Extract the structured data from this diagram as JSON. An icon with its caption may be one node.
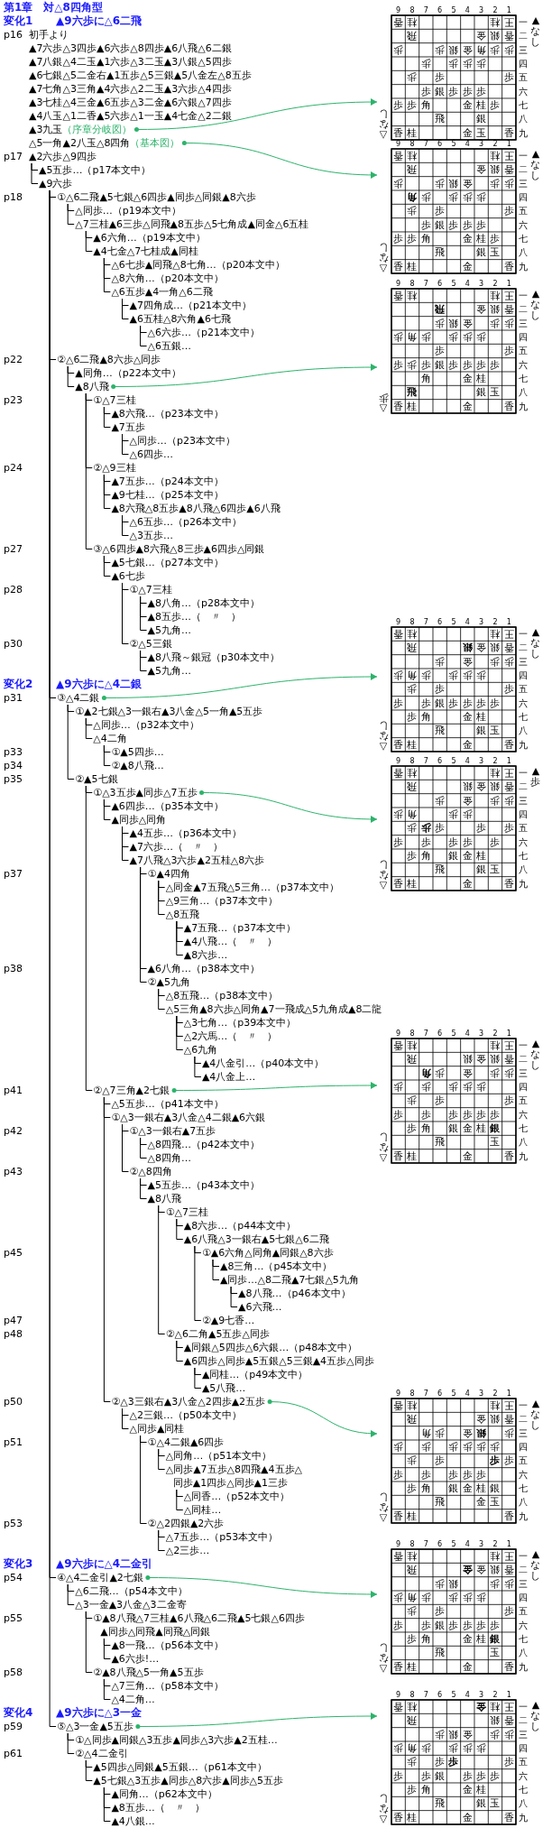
{
  "diagram": {
    "title": "第1章　対△8四角型",
    "nodes": [
      {
        "text": [
          "▲3九玉",
          "（序章分岐図）"
        ]
      },
      {
        "text": [
          "△5一角▲2八玉△8四角",
          "（基本図）"
        ]
      },
      {
        "text": [
          "▲2六歩△9四歩"
        ]
      },
      {
        "text": [
          "▲5五歩…（p17本文中）"
        ]
      },
      {
        "text": [
          "▲9六歩"
        ]
      },
      {
        "text": [
          "①△6二飛▲5七銀△6四歩▲同歩△同銀▲8六歩"
        ]
      },
      {
        "text": [
          "△同歩…（p19本文中）"
        ]
      },
      {
        "text": [
          "△7三桂▲6三歩△同飛▲8五歩△5七角成▲同金△6五桂"
        ]
      },
      {
        "text": [
          "▲6六角…（p19本文中）"
        ]
      },
      {
        "text": [
          "▲4七金△7七桂成▲同桂"
        ]
      },
      {
        "text": [
          "△6七歩▲同飛△8七角…（p20本文中）"
        ]
      },
      {
        "text": [
          "△8六角…（p20本文中）"
        ]
      },
      {
        "text": [
          "△6五歩▲4一角△6二飛"
        ]
      },
      {
        "text": [
          "▲7四角成…（p21本文中）"
        ]
      },
      {
        "text": [
          "▲6五桂△8六角▲6七飛"
        ]
      },
      {
        "text": [
          "△6六歩…（p21本文中）"
        ]
      },
      {
        "text": [
          "△6五銀…"
        ]
      },
      {
        "text": [
          "②△6二飛▲8六歩△同歩"
        ]
      },
      {
        "text": [
          "▲同角…（p22本文中）"
        ]
      },
      {
        "text": [
          "▲8八飛"
        ]
      },
      {
        "text": [
          "①△7三桂"
        ]
      },
      {
        "text": [
          "▲8六飛…（p23本文中）"
        ]
      },
      {
        "text": [
          "▲7五歩"
        ]
      },
      {
        "text": [
          "△同歩…（p23本文中）"
        ]
      },
      {
        "text": [
          "△6四歩…"
        ]
      },
      {
        "text": [
          "②△9三桂"
        ]
      },
      {
        "text": [
          "▲7五歩…（p24本文中）"
        ]
      },
      {
        "text": [
          "▲9七桂…（p25本文中）"
        ]
      },
      {
        "text": [
          "▲8六飛△8五歩▲8八飛△6四歩▲6八飛"
        ]
      },
      {
        "text": [
          "△6五歩…（p26本文中）"
        ]
      },
      {
        "text": [
          "△3五歩…"
        ]
      },
      {
        "text": [
          "③△6四歩▲8六飛△8三歩▲6四歩△同銀"
        ]
      },
      {
        "text": [
          "▲5七銀…（p27本文中）"
        ]
      },
      {
        "text": [
          "▲6七歩"
        ]
      },
      {
        "text": [
          "①△7三桂"
        ]
      },
      {
        "text": [
          "▲8八角…（p28本文中）"
        ]
      },
      {
        "text": [
          "▲8五歩…（　〃　）"
        ]
      },
      {
        "text": [
          "▲5九角…"
        ]
      },
      {
        "text": [
          "②△5三銀"
        ]
      },
      {
        "text": [
          "▲8八飛～銀冠（p30本文中）"
        ]
      },
      {
        "text": [
          "▲5九角…"
        ]
      },
      {
        "text": [
          "③△4二銀"
        ]
      },
      {
        "text": [
          "①▲2七銀△3一銀右▲3八金△5一角▲5五歩"
        ]
      },
      {
        "text": [
          "△同歩…（p32本文中）"
        ]
      },
      {
        "text": [
          "△4二角"
        ]
      },
      {
        "text": [
          "①▲5四歩…"
        ]
      },
      {
        "text": [
          "②▲8八飛…"
        ]
      },
      {
        "text": [
          "②▲5七銀"
        ]
      },
      {
        "text": [
          "①△3五歩▲同歩△7五歩"
        ]
      },
      {
        "text": [
          "▲6四歩…（p35本文中）"
        ]
      },
      {
        "text": [
          "▲同歩△同角"
        ]
      },
      {
        "text": [
          "▲4五歩…（p36本文中）"
        ]
      },
      {
        "text": [
          "▲7六歩…（　〃　）"
        ]
      },
      {
        "text": [
          "▲7八飛△3六歩▲2五桂△8六歩"
        ]
      },
      {
        "text": [
          "①▲4四角"
        ]
      },
      {
        "text": [
          "△同金▲7五飛△5三角…（p37本文中）"
        ]
      },
      {
        "text": [
          "△9三角…（p37本文中）"
        ]
      },
      {
        "text": [
          "△8五飛"
        ]
      },
      {
        "text": [
          "▲7五飛…（p37本文中）"
        ]
      },
      {
        "text": [
          "▲4八飛…（　〃　）"
        ]
      },
      {
        "text": [
          "▲8六歩…"
        ]
      },
      {
        "text": [
          "▲6八角…（p38本文中）"
        ]
      },
      {
        "text": [
          "②▲5九角"
        ]
      },
      {
        "text": [
          "△8五飛…（p38本文中）"
        ]
      },
      {
        "text": [
          "△5三角▲8六歩△同角▲7一飛成△5九角成▲8二龍"
        ]
      },
      {
        "text": [
          "△3七角…（p39本文中）"
        ]
      },
      {
        "text": [
          "△2六馬…（　〃　）"
        ]
      },
      {
        "text": [
          "△6九角"
        ]
      },
      {
        "text": [
          "▲4八金引…（p40本文中）"
        ]
      },
      {
        "text": [
          "▲4八金上…"
        ]
      },
      {
        "text": [
          "②△7三角▲2七銀"
        ]
      },
      {
        "text": [
          "△5五歩…（p41本文中）"
        ]
      },
      {
        "text": [
          "①△3一銀右▲3八金△4二銀▲6六銀"
        ]
      },
      {
        "text": [
          "①△3一銀右▲7五歩"
        ]
      },
      {
        "text": [
          "△8四飛…（p42本文中）"
        ]
      },
      {
        "text": [
          "△8四角…"
        ]
      },
      {
        "text": [
          "②△8四角"
        ]
      },
      {
        "text": [
          "▲5五歩…（p43本文中）"
        ]
      },
      {
        "text": [
          "▲8八飛"
        ]
      },
      {
        "text": [
          "①△7三桂"
        ]
      },
      {
        "text": [
          "▲8六歩…（p44本文中）"
        ]
      },
      {
        "text": [
          "▲6八飛△3一銀右▲5七銀△6二飛"
        ]
      },
      {
        "text": [
          "①▲6六角△同角▲同銀△8六歩"
        ]
      },
      {
        "text": [
          "▲8三角…（p45本文中）"
        ]
      },
      {
        "text": [
          "▲同歩…△8二飛▲7七銀△5九角"
        ]
      },
      {
        "text": [
          "▲8八飛…（p46本文中）"
        ]
      },
      {
        "text": [
          "▲6六飛…"
        ]
      },
      {
        "text": [
          "②▲9七香…"
        ]
      },
      {
        "text": [
          "②△6二角▲5五歩△同歩"
        ]
      },
      {
        "text": [
          "▲同銀△5四歩△6六銀…（p48本文中）"
        ]
      },
      {
        "text": [
          "▲6四歩△同歩▲5五銀△5三銀▲4五歩△同歩"
        ]
      },
      {
        "text": [
          "▲同桂…（p49本文中）"
        ]
      },
      {
        "text": [
          "▲5八飛…"
        ]
      },
      {
        "text": [
          "②△3三銀右▲3八金△2四歩▲2五歩"
        ]
      },
      {
        "text": [
          "△2三銀…（p50本文中）"
        ]
      },
      {
        "text": [
          "△同歩▲同桂"
        ]
      },
      {
        "text": [
          "①△4二銀▲6四歩"
        ]
      },
      {
        "text": [
          "△同角…（p51本文中）"
        ]
      },
      {
        "text": [
          "△同歩▲7五歩△8四飛▲4五歩△同歩▲1四歩△同歩▲1三歩"
        ]
      },
      {
        "text": [
          "△同香…（p52本文中）"
        ]
      },
      {
        "text": [
          "△同桂…"
        ]
      },
      {
        "text": [
          "②△2四銀▲2六歩"
        ]
      },
      {
        "text": [
          "△7五歩…（p53本文中）"
        ]
      },
      {
        "text": [
          "△2三歩…"
        ]
      },
      {
        "text": [
          "④△4二金引▲2七銀"
        ]
      },
      {
        "text": [
          "△6二飛…（p54本文中）"
        ]
      },
      {
        "text": [
          "△3一金▲3八金△3二金寄"
        ]
      },
      {
        "text": [
          "①▲8八飛△7三桂▲6八飛△6二飛▲5七銀△6四歩▲同歩△同飛▲同飛△同銀"
        ]
      },
      {
        "text": [
          "▲8一飛…（p56本文中）"
        ]
      },
      {
        "text": [
          "▲6六歩!…"
        ]
      },
      {
        "text": [
          "②▲8八飛△5一角▲5五歩"
        ]
      },
      {
        "text": [
          "△7三角…（p58本文中）"
        ]
      },
      {
        "text": [
          "△4二角…"
        ]
      },
      {
        "text": [
          "⑤△3一金▲5五歩"
        ]
      },
      {
        "text": [
          "①△同歩▲同銀△3五歩▲同歩△3六歩▲2五桂…"
        ]
      },
      {
        "text": [
          "②△4二金引"
        ]
      },
      {
        "text": [
          "▲5四歩△同銀▲5五銀…（p61本文中）"
        ]
      },
      {
        "text": [
          "▲5七銀△3五歩▲同歩△8六歩▲同歩△5五歩"
        ]
      },
      {
        "text": [
          "▲同角…（p62本文中）"
        ]
      },
      {
        "text": [
          "▲8五歩…（　〃　）"
        ]
      },
      {
        "text": [
          "▲4八銀…"
        ]
      },
      {
        "text": [
          "9",
          "8",
          "7",
          "6",
          "5",
          "4",
          "3",
          "2",
          "1",
          "香",
          "桂",
          "桂",
          "王",
          "一",
          "飛",
          "金",
          "銀",
          "香",
          "二",
          "歩",
          "歩",
          "銀",
          "金",
          "角",
          "歩",
          "歩",
          "三",
          "歩",
          "歩",
          "歩",
          "歩",
          "四",
          "歩",
          "歩",
          "歩",
          "五",
          "歩",
          "銀",
          "歩",
          "歩",
          "歩",
          "六",
          "歩",
          "歩",
          "角",
          "金",
          "桂",
          "歩",
          "七",
          "飛",
          "銀",
          "八",
          "香",
          "桂",
          "金",
          "玉",
          "香",
          "九",
          "▲なし",
          "△なし"
        ]
      },
      {
        "text": [
          "9",
          "8",
          "7",
          "6",
          "5",
          "4",
          "3",
          "2",
          "1",
          "香",
          "桂",
          "桂",
          "王",
          "一",
          "飛",
          "金",
          "銀",
          "香",
          "二",
          "歩",
          "歩",
          "銀",
          "金",
          "歩",
          "歩",
          "三",
          "角",
          "歩",
          "歩",
          "歩",
          "歩",
          "四",
          "歩",
          "歩",
          "歩",
          "五",
          "歩",
          "銀",
          "歩",
          "歩",
          "歩",
          "六",
          "歩",
          "歩",
          "角",
          "金",
          "桂",
          "歩",
          "七",
          "飛",
          "銀",
          "玉",
          "八",
          "香",
          "桂",
          "金",
          "香",
          "九",
          "▲なし",
          "△なし"
        ]
      },
      {
        "text": [
          "9",
          "8",
          "7",
          "6",
          "5",
          "4",
          "3",
          "2",
          "1",
          "香",
          "桂",
          "桂",
          "王",
          "一",
          "飛",
          "金",
          "銀",
          "香",
          "二",
          "歩",
          "銀",
          "金",
          "歩",
          "歩",
          "三",
          "歩",
          "角",
          "歩",
          "歩",
          "歩",
          "歩",
          "四",
          "歩",
          "歩",
          "五",
          "歩",
          "歩",
          "歩",
          "銀",
          "歩",
          "歩",
          "歩",
          "歩",
          "六",
          "角",
          "金",
          "桂",
          "七",
          "飛",
          "銀",
          "玉",
          "八",
          "香",
          "桂",
          "金",
          "香",
          "九",
          "▲なし",
          "△歩"
        ]
      },
      {
        "text": [
          "9",
          "8",
          "7",
          "6",
          "5",
          "4",
          "3",
          "2",
          "1",
          "香",
          "桂",
          "桂",
          "王",
          "一",
          "飛",
          "銀",
          "金",
          "銀",
          "香",
          "二",
          "歩",
          "金",
          "歩",
          "歩",
          "三",
          "歩",
          "角",
          "歩",
          "歩",
          "歩",
          "歩",
          "四",
          "歩",
          "歩",
          "歩",
          "五",
          "歩",
          "歩",
          "銀",
          "歩",
          "歩",
          "歩",
          "歩",
          "六",
          "歩",
          "角",
          "金",
          "桂",
          "七",
          "飛",
          "銀",
          "玉",
          "八",
          "香",
          "桂",
          "金",
          "香",
          "九",
          "▲なし",
          "△なし"
        ]
      },
      {
        "text": [
          "9",
          "8",
          "7",
          "6",
          "5",
          "4",
          "3",
          "2",
          "1",
          "香",
          "桂",
          "桂",
          "王",
          "一",
          "飛",
          "銀",
          "金",
          "銀",
          "香",
          "二",
          "歩",
          "金",
          "歩",
          "歩",
          "三",
          "歩",
          "角",
          "歩",
          "歩",
          "四",
          "歩",
          "歩",
          "歩",
          "歩",
          "歩",
          "五",
          "歩",
          "歩",
          "歩",
          "歩",
          "歩",
          "六",
          "歩",
          "角",
          "銀",
          "金",
          "桂",
          "七",
          "飛",
          "銀",
          "玉",
          "八",
          "香",
          "桂",
          "金",
          "香",
          "九",
          "▲歩",
          "△なし"
        ]
      },
      {
        "text": [
          "9",
          "8",
          "7",
          "6",
          "5",
          "4",
          "3",
          "2",
          "1",
          "香",
          "桂",
          "桂",
          "王",
          "一",
          "飛",
          "銀",
          "金",
          "銀",
          "香",
          "二",
          "角",
          "歩",
          "金",
          "歩",
          "歩",
          "三",
          "歩",
          "歩",
          "歩",
          "歩",
          "歩",
          "四",
          "歩",
          "歩",
          "歩",
          "五",
          "歩",
          "歩",
          "歩",
          "歩",
          "歩",
          "歩",
          "六",
          "歩",
          "角",
          "銀",
          "金",
          "桂",
          "銀",
          "七",
          "飛",
          "玉",
          "八",
          "香",
          "桂",
          "金",
          "香",
          "九",
          "▲なし",
          "△なし"
        ]
      },
      {
        "text": [
          "9",
          "8",
          "7",
          "6",
          "5",
          "4",
          "3",
          "2",
          "1",
          "香",
          "桂",
          "桂",
          "王",
          "一",
          "飛",
          "金",
          "銀",
          "香",
          "二",
          "角",
          "歩",
          "金",
          "銀",
          "歩",
          "三",
          "歩",
          "歩",
          "歩",
          "歩",
          "歩",
          "歩",
          "四",
          "歩",
          "歩",
          "歩",
          "歩",
          "五",
          "歩",
          "歩",
          "歩",
          "歩",
          "歩",
          "六",
          "歩",
          "角",
          "銀",
          "金",
          "桂",
          "銀",
          "七",
          "飛",
          "金",
          "玉",
          "八",
          "香",
          "桂",
          "香",
          "九",
          "▲なし",
          "△なし"
        ]
      },
      {
        "text": [
          "9",
          "8",
          "7",
          "6",
          "5",
          "4",
          "3",
          "2",
          "1",
          "香",
          "桂",
          "桂",
          "王",
          "一",
          "飛",
          "金",
          "金",
          "銀",
          "香",
          "二",
          "歩",
          "銀",
          "歩",
          "歩",
          "三",
          "歩",
          "角",
          "歩",
          "歩",
          "歩",
          "歩",
          "四",
          "歩",
          "歩",
          "歩",
          "五",
          "歩",
          "歩",
          "銀",
          "歩",
          "歩",
          "歩",
          "歩",
          "六",
          "歩",
          "角",
          "金",
          "桂",
          "銀",
          "七",
          "飛",
          "玉",
          "八",
          "香",
          "桂",
          "金",
          "香",
          "九",
          "▲なし",
          "△なし"
        ]
      },
      {
        "text": [
          "9",
          "8",
          "7",
          "6",
          "5",
          "4",
          "3",
          "2",
          "1",
          "香",
          "桂",
          "金",
          "桂",
          "王",
          "一",
          "飛",
          "銀",
          "香",
          "二",
          "歩",
          "銀",
          "金",
          "歩",
          "歩",
          "三",
          "歩",
          "角",
          "歩",
          "歩",
          "歩",
          "歩",
          "四",
          "歩",
          "歩",
          "歩",
          "歩",
          "五",
          "歩",
          "歩",
          "銀",
          "歩",
          "歩",
          "歩",
          "六",
          "歩",
          "角",
          "金",
          "桂",
          "七",
          "飛",
          "銀",
          "玉",
          "八",
          "香",
          "桂",
          "金",
          "香",
          "九",
          "▲なし",
          "△なし"
        ]
      }
    ],
    "edges": [
      {
        "from": 0,
        "to": 121,
        "arrow": "to",
        "color": "#2db36b"
      },
      {
        "from": 1,
        "to": 122,
        "arrow": "to",
        "color": "#2db36b"
      },
      {
        "from": 2,
        "to": 3,
        "arrow": "none"
      },
      {
        "from": 2,
        "to": 4,
        "arrow": "none"
      },
      {
        "from": 4,
        "to": 5,
        "arrow": "none"
      },
      {
        "from": 5,
        "to": 6,
        "arrow": "none"
      },
      {
        "from": 5,
        "to": 7,
        "arrow": "none"
      },
      {
        "from": 7,
        "to": 8,
        "arrow": "none"
      },
      {
        "from": 7,
        "to": 9,
        "arrow": "none"
      },
      {
        "from": 9,
        "to": 10,
        "arrow": "none"
      },
      {
        "from": 9,
        "to": 11,
        "arrow": "none"
      },
      {
        "from": 9,
        "to": 12,
        "arrow": "none"
      },
      {
        "from": 12,
        "to": 13,
        "arrow": "none"
      },
      {
        "from": 12,
        "to": 14,
        "arrow": "none"
      },
      {
        "from": 14,
        "to": 15,
        "arrow": "none"
      },
      {
        "from": 14,
        "to": 16,
        "arrow": "none"
      },
      {
        "from": 4,
        "to": 17,
        "arrow": "none"
      },
      {
        "from": 17,
        "to": 18,
        "arrow": "none"
      },
      {
        "from": 17,
        "to": 19,
        "arrow": "none"
      },
      {
        "from": 19,
        "to": 123,
        "arrow": "to",
        "color": "#2db36b"
      },
      {
        "from": 19,
        "to": 20,
        "arrow": "none"
      },
      {
        "from": 20,
        "to": 21,
        "arrow": "none"
      },
      {
        "from": 20,
        "to": 22,
        "arrow": "none"
      },
      {
        "from": 22,
        "to": 23,
        "arrow": "none"
      },
      {
        "from": 22,
        "to": 24,
        "arrow": "none"
      },
      {
        "from": 19,
        "to": 25,
        "arrow": "none"
      },
      {
        "from": 25,
        "to": 26,
        "arrow": "none"
      },
      {
        "from": 25,
        "to": 27,
        "arrow": "none"
      },
      {
        "from": 25,
        "to": 28,
        "arrow": "none"
      },
      {
        "from": 28,
        "to": 29,
        "arrow": "none"
      },
      {
        "from": 28,
        "to": 30,
        "arrow": "none"
      },
      {
        "from": 19,
        "to": 31,
        "arrow": "none"
      },
      {
        "from": 31,
        "to": 32,
        "arrow": "none"
      },
      {
        "from": 31,
        "to": 33,
        "arrow": "none"
      },
      {
        "from": 33,
        "to": 34,
        "arrow": "none"
      },
      {
        "from": 34,
        "to": 35,
        "arrow": "none"
      },
      {
        "from": 34,
        "to": 36,
        "arrow": "none"
      },
      {
        "from": 34,
        "to": 37,
        "arrow": "none"
      },
      {
        "from": 33,
        "to": 38,
        "arrow": "none"
      },
      {
        "from": 38,
        "to": 39,
        "arrow": "none"
      },
      {
        "from": 38,
        "to": 40,
        "arrow": "none"
      },
      {
        "from": 4,
        "to": 41,
        "arrow": "none"
      },
      {
        "from": 41,
        "to": 124,
        "arrow": "to",
        "color": "#2db36b"
      },
      {
        "from": 41,
        "to": 42,
        "arrow": "none"
      },
      {
        "from": 42,
        "to": 43,
        "arrow": "none"
      },
      {
        "from": 42,
        "to": 44,
        "arrow": "none"
      },
      {
        "from": 44,
        "to": 45,
        "arrow": "none"
      },
      {
        "from": 44,
        "to": 46,
        "arrow": "none"
      },
      {
        "from": 41,
        "to": 47,
        "arrow": "none"
      },
      {
        "from": 47,
        "to": 48,
        "arrow": "none"
      },
      {
        "from": 48,
        "to": 125,
        "arrow": "to",
        "color": "#2db36b"
      },
      {
        "from": 48,
        "to": 49,
        "arrow": "none"
      },
      {
        "from": 48,
        "to": 50,
        "arrow": "none"
      },
      {
        "from": 50,
        "to": 51,
        "arrow": "none"
      },
      {
        "from": 50,
        "to": 52,
        "arrow": "none"
      },
      {
        "from": 50,
        "to": 53,
        "arrow": "none"
      },
      {
        "from": 53,
        "to": 54,
        "arrow": "none"
      },
      {
        "from": 54,
        "to": 55,
        "arrow": "none"
      },
      {
        "from": 54,
        "to": 56,
        "arrow": "none"
      },
      {
        "from": 54,
        "to": 57,
        "arrow": "none"
      },
      {
        "from": 57,
        "to": 58,
        "arrow": "none"
      },
      {
        "from": 57,
        "to": 59,
        "arrow": "none"
      },
      {
        "from": 57,
        "to": 60,
        "arrow": "none"
      },
      {
        "from": 53,
        "to": 61,
        "arrow": "none"
      },
      {
        "from": 53,
        "to": 62,
        "arrow": "none"
      },
      {
        "from": 62,
        "to": 63,
        "arrow": "none"
      },
      {
        "from": 62,
        "to": 64,
        "arrow": "none"
      },
      {
        "from": 64,
        "to": 65,
        "arrow": "none"
      },
      {
        "from": 64,
        "to": 66,
        "arrow": "none"
      },
      {
        "from": 64,
        "to": 67,
        "arrow": "none"
      },
      {
        "from": 67,
        "to": 68,
        "arrow": "none"
      },
      {
        "from": 67,
        "to": 69,
        "arrow": "none"
      },
      {
        "from": 47,
        "to": 70,
        "arrow": "none"
      },
      {
        "from": 70,
        "to": 126,
        "arrow": "to",
        "color": "#2db36b"
      },
      {
        "from": 70,
        "to": 71,
        "arrow": "none"
      },
      {
        "from": 70,
        "to": 72,
        "arrow": "none"
      },
      {
        "from": 72,
        "to": 73,
        "arrow": "none"
      },
      {
        "from": 73,
        "to": 74,
        "arrow": "none"
      },
      {
        "from": 73,
        "to": 75,
        "arrow": "none"
      },
      {
        "from": 72,
        "to": 76,
        "arrow": "none"
      },
      {
        "from": 76,
        "to": 77,
        "arrow": "none"
      },
      {
        "from": 76,
        "to": 78,
        "arrow": "none"
      },
      {
        "from": 78,
        "to": 79,
        "arrow": "none"
      },
      {
        "from": 79,
        "to": 80,
        "arrow": "none"
      },
      {
        "from": 79,
        "to": 81,
        "arrow": "none"
      },
      {
        "from": 81,
        "to": 82,
        "arrow": "none"
      },
      {
        "from": 82,
        "to": 83,
        "arrow": "none"
      },
      {
        "from": 82,
        "to": 84,
        "arrow": "none"
      },
      {
        "from": 84,
        "to": 85,
        "arrow": "none"
      },
      {
        "from": 84,
        "to": 86,
        "arrow": "none"
      },
      {
        "from": 81,
        "to": 87,
        "arrow": "none"
      },
      {
        "from": 78,
        "to": 88,
        "arrow": "none"
      },
      {
        "from": 88,
        "to": 89,
        "arrow": "none"
      },
      {
        "from": 88,
        "to": 90,
        "arrow": "none"
      },
      {
        "from": 90,
        "to": 91,
        "arrow": "none"
      },
      {
        "from": 90,
        "to": 92,
        "arrow": "none"
      },
      {
        "from": 70,
        "to": 93,
        "arrow": "none"
      },
      {
        "from": 93,
        "to": 127,
        "arrow": "to",
        "color": "#2db36b"
      },
      {
        "from": 93,
        "to": 94,
        "arrow": "none"
      },
      {
        "from": 93,
        "to": 95,
        "arrow": "none"
      },
      {
        "from": 95,
        "to": 96,
        "arrow": "none"
      },
      {
        "from": 96,
        "to": 97,
        "arrow": "none"
      },
      {
        "from": 96,
        "to": 98,
        "arrow": "none"
      },
      {
        "from": 98,
        "to": 99,
        "arrow": "none"
      },
      {
        "from": 98,
        "to": 100,
        "arrow": "none"
      },
      {
        "from": 95,
        "to": 101,
        "arrow": "none"
      },
      {
        "from": 101,
        "to": 102,
        "arrow": "none"
      },
      {
        "from": 101,
        "to": 103,
        "arrow": "none"
      },
      {
        "from": 4,
        "to": 104,
        "arrow": "none"
      },
      {
        "from": 104,
        "to": 128,
        "arrow": "to",
        "color": "#2db36b"
      },
      {
        "from": 104,
        "to": 105,
        "arrow": "none"
      },
      {
        "from": 104,
        "to": 106,
        "arrow": "none"
      },
      {
        "from": 106,
        "to": 107,
        "arrow": "none"
      },
      {
        "from": 107,
        "to": 108,
        "arrow": "none"
      },
      {
        "from": 107,
        "to": 109,
        "arrow": "none"
      },
      {
        "from": 106,
        "to": 110,
        "arrow": "none"
      },
      {
        "from": 110,
        "to": 111,
        "arrow": "none"
      },
      {
        "from": 110,
        "to": 112,
        "arrow": "none"
      },
      {
        "from": 4,
        "to": 113,
        "arrow": "none"
      },
      {
        "from": 113,
        "to": 129,
        "arrow": "to",
        "color": "#2db36b"
      },
      {
        "from": 113,
        "to": 114,
        "arrow": "none"
      },
      {
        "from": 113,
        "to": 115,
        "arrow": "none"
      },
      {
        "from": 115,
        "to": 116,
        "arrow": "none"
      },
      {
        "from": 115,
        "to": 117,
        "arrow": "none"
      },
      {
        "from": 117,
        "to": 118,
        "arrow": "none"
      },
      {
        "from": 117,
        "to": 119,
        "arrow": "none"
      },
      {
        "from": 117,
        "to": 120,
        "arrow": "none"
      }
    ],
    "labels": [
      "変化1",
      "▲9六歩に△6二飛",
      "p16",
      "初手より",
      "▲7六歩△3四歩▲6六歩△8四歩▲6八飛△6二銀",
      "▲7八銀△4二玉▲1六歩△3二玉▲3八銀△5四歩",
      "▲6七銀△5二金右▲1五歩△5三銀▲5八金左△8五歩",
      "▲7七角△3三角▲4六歩△2二玉▲3六歩△4四歩",
      "▲3七桂△4三金▲6五歩△3二金▲6六銀△7四歩",
      "▲4八玉△1二香▲5六歩△1一玉▲4七金△2二銀",
      "p17",
      "p18",
      "p22",
      "p23",
      "p24",
      "p27",
      "p28",
      "p30",
      "変化2",
      "▲9六歩に△4二銀",
      "p31",
      "p33",
      "p34",
      "p35",
      "p37",
      "p38",
      "p41",
      "p42",
      "p43",
      "p45",
      "p47",
      "p48",
      "p50",
      "p51",
      "p53",
      "変化3",
      "▲9六歩に△4二金引",
      "p54",
      "p55",
      "p58",
      "変化4",
      "▲9六歩に△3一金",
      "p59",
      "p61"
    ]
  }
}
